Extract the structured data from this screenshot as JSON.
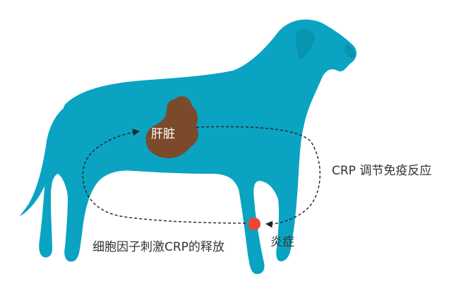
{
  "labels": {
    "liver": "肝脏",
    "crp_regulation": "CRP 调节免疫反应",
    "inflammation": "炎症",
    "cytokine_release": "细胞因子刺激CRP的释放"
  },
  "colors": {
    "dog": "#0aa3c2",
    "liver": "#7b4a2a",
    "inflammation_dot": "#e8473c",
    "arrow": "#222222",
    "text": "#333333",
    "liver_text": "#ffffff"
  },
  "icons": {
    "dog": "dog-silhouette",
    "liver": "liver-organ",
    "inflammation": "red-dot"
  }
}
